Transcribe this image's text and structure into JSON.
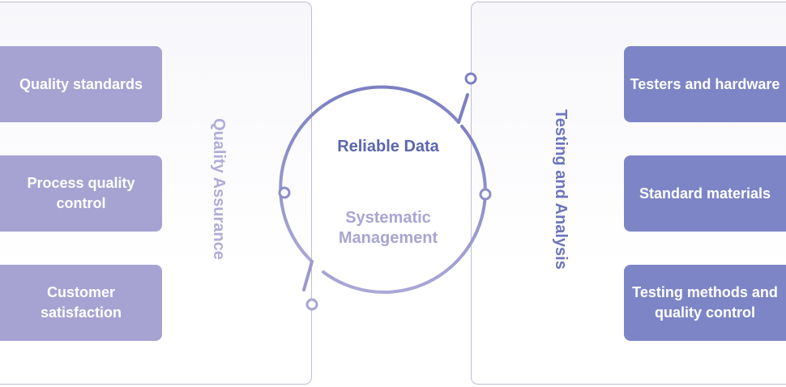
{
  "left_panel": {
    "title": "Quality Assurance",
    "items": [
      "Quality standards",
      "Process quality control",
      "Customer satisfaction"
    ]
  },
  "right_panel": {
    "title": "Testing and Analysis",
    "items": [
      "Testers and hardware",
      "Standard materials",
      "Testing methods and quality control"
    ]
  },
  "center": {
    "top_text": "Reliable Data",
    "bottom_text": "Systematic Management"
  },
  "colors": {
    "left_box": "#a6a2d2",
    "right_box": "#7d85c7",
    "ring_dark": "#7b80c2",
    "ring_light": "#a9a5d3"
  }
}
